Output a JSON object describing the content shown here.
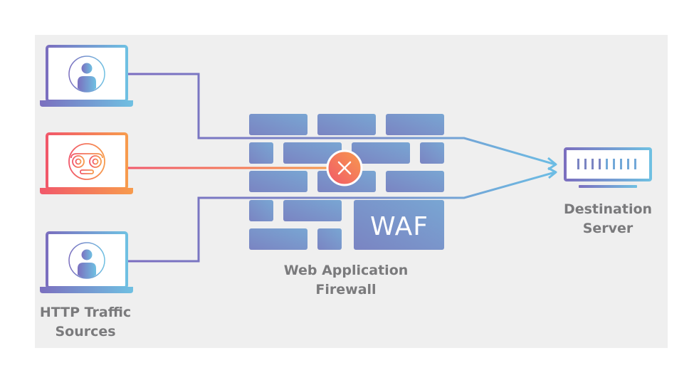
{
  "title": "Web Application Firewall diagram",
  "colors": {
    "panel_background": "#efefef",
    "label_text": "#7a7a7c",
    "user_gradient_start": "#7b6fbf",
    "user_gradient_end": "#6fc0e2",
    "bot_gradient_start": "#f1586a",
    "bot_gradient_end": "#f79b4d",
    "wall_start": "#7a84c2",
    "wall_end": "#79a6d3",
    "arrow": "#6cbce4"
  },
  "sources": {
    "label_line1": "HTTP Traffic",
    "label_line2": "Sources",
    "items": [
      {
        "type": "user",
        "icon": "user-icon",
        "status": "allowed"
      },
      {
        "type": "bot",
        "icon": "bot-icon",
        "status": "blocked"
      },
      {
        "type": "user",
        "icon": "user-icon",
        "status": "allowed"
      }
    ]
  },
  "firewall": {
    "badge_text": "WAF",
    "label_line1": "Web Application",
    "label_line2": "Firewall",
    "block_icon": "block-x-icon"
  },
  "destination": {
    "label_line1": "Destination",
    "label_line2": "Server",
    "icon": "server-icon"
  }
}
